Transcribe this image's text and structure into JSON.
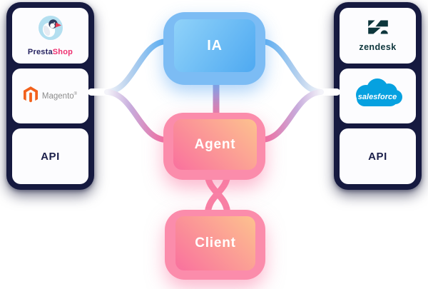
{
  "diagram": {
    "background": "#ffffff",
    "nodes": {
      "ia": {
        "label": "IA"
      },
      "agent": {
        "label": "Agent"
      },
      "client": {
        "label": "Client"
      }
    },
    "left_panel": {
      "items": [
        {
          "name": "prestashop",
          "icon": "prestashop-bird-logo",
          "brand_prefix": "Presta",
          "brand_suffix": "Shop"
        },
        {
          "name": "magento",
          "icon": "magento-m-logo",
          "label": "Magento",
          "mark": "®"
        },
        {
          "name": "api",
          "label": "API"
        }
      ]
    },
    "right_panel": {
      "items": [
        {
          "name": "zendesk",
          "icon": "zendesk-z-logo",
          "label": "zendesk"
        },
        {
          "name": "salesforce",
          "icon": "salesforce-cloud-logo",
          "label": "salesforce"
        },
        {
          "name": "api",
          "label": "API"
        }
      ]
    },
    "colors": {
      "panel_navy": "#161a40",
      "card_bg": "#fcfcfe",
      "ia_halo": "#7cbcf4",
      "ia_gradient_start": "#90d2f9",
      "ia_gradient_end": "#4ea9f1",
      "pink_halo": "#fb8cab",
      "pink_gradient_start": "#f9709e",
      "pink_gradient_end": "#fdc28e",
      "connector_blue": "#57adf2",
      "connector_pink": "#f2699c",
      "connector_lavender": "#c7abdc",
      "prestashop_navy": "#272462",
      "prestashop_pink": "#ee2f6f",
      "magento_orange": "#f2611c",
      "magento_gray": "#8b8b8b",
      "zendesk_teal": "#0d363c",
      "salesforce_blue": "#06a1e0",
      "api_navy": "#1b1f4a"
    }
  }
}
